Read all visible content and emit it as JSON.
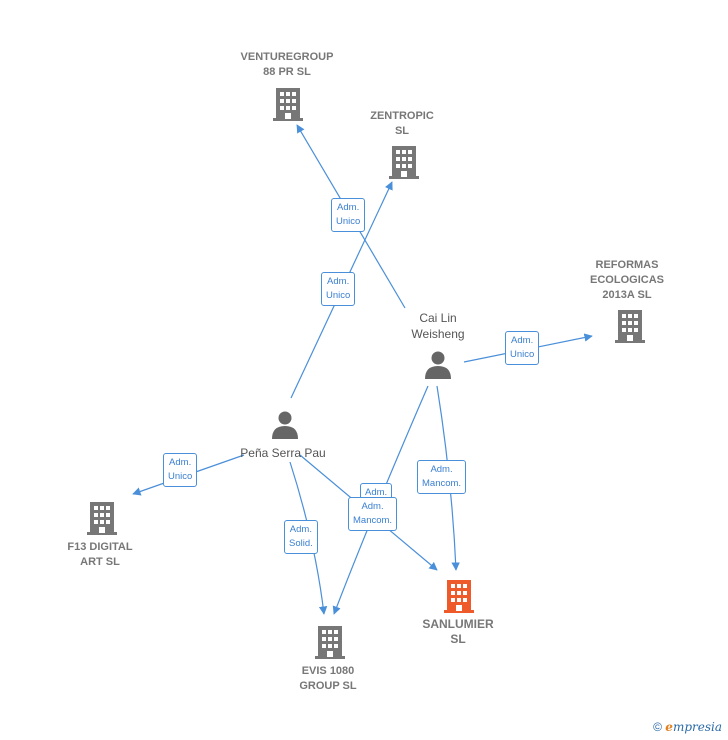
{
  "nodes": {
    "venturegroup": {
      "line1": "VENTUREGROUP",
      "line2": "88 PR SL"
    },
    "zentropic": {
      "line1": "ZENTROPIC",
      "line2": "SL"
    },
    "reformas": {
      "line1": "REFORMAS",
      "line2": "ECOLOGICAS",
      "line3": "2013A SL"
    },
    "f13": {
      "line1": "F13 DIGITAL",
      "line2": "ART SL"
    },
    "evis": {
      "line1": "EVIS 1080",
      "line2": "GROUP SL"
    },
    "sanlumier": {
      "line1": "SANLUMIER",
      "line2": "SL"
    }
  },
  "persons": {
    "cailin": {
      "line1": "Cai Lin",
      "line2": "Weisheng"
    },
    "pena": {
      "line1": "Peña Serra Pau"
    }
  },
  "edges": {
    "e1": {
      "line1": "Adm.",
      "line2": "Unico"
    },
    "e2": {
      "line1": "Adm.",
      "line2": "Unico"
    },
    "e3": {
      "line1": "Adm.",
      "line2": "Unico"
    },
    "e4": {
      "line1": "Adm.",
      "line2": "Unico"
    },
    "e5": {
      "line1": "Adm.",
      "line2": "Mancom."
    },
    "e6": {
      "line1": "Adm.",
      "line2": "Solid."
    },
    "e7": {
      "line1": "Adm.",
      "line2": "Mancom."
    },
    "e8": {
      "line1": "Adm."
    }
  },
  "footer": {
    "copyright": "©",
    "brand_e": "e",
    "brand_rest": "mpresia"
  },
  "colors": {
    "edge": "#4a8fd9",
    "company": "#777777",
    "main_company": "#ee5a2a",
    "person": "#666666"
  }
}
